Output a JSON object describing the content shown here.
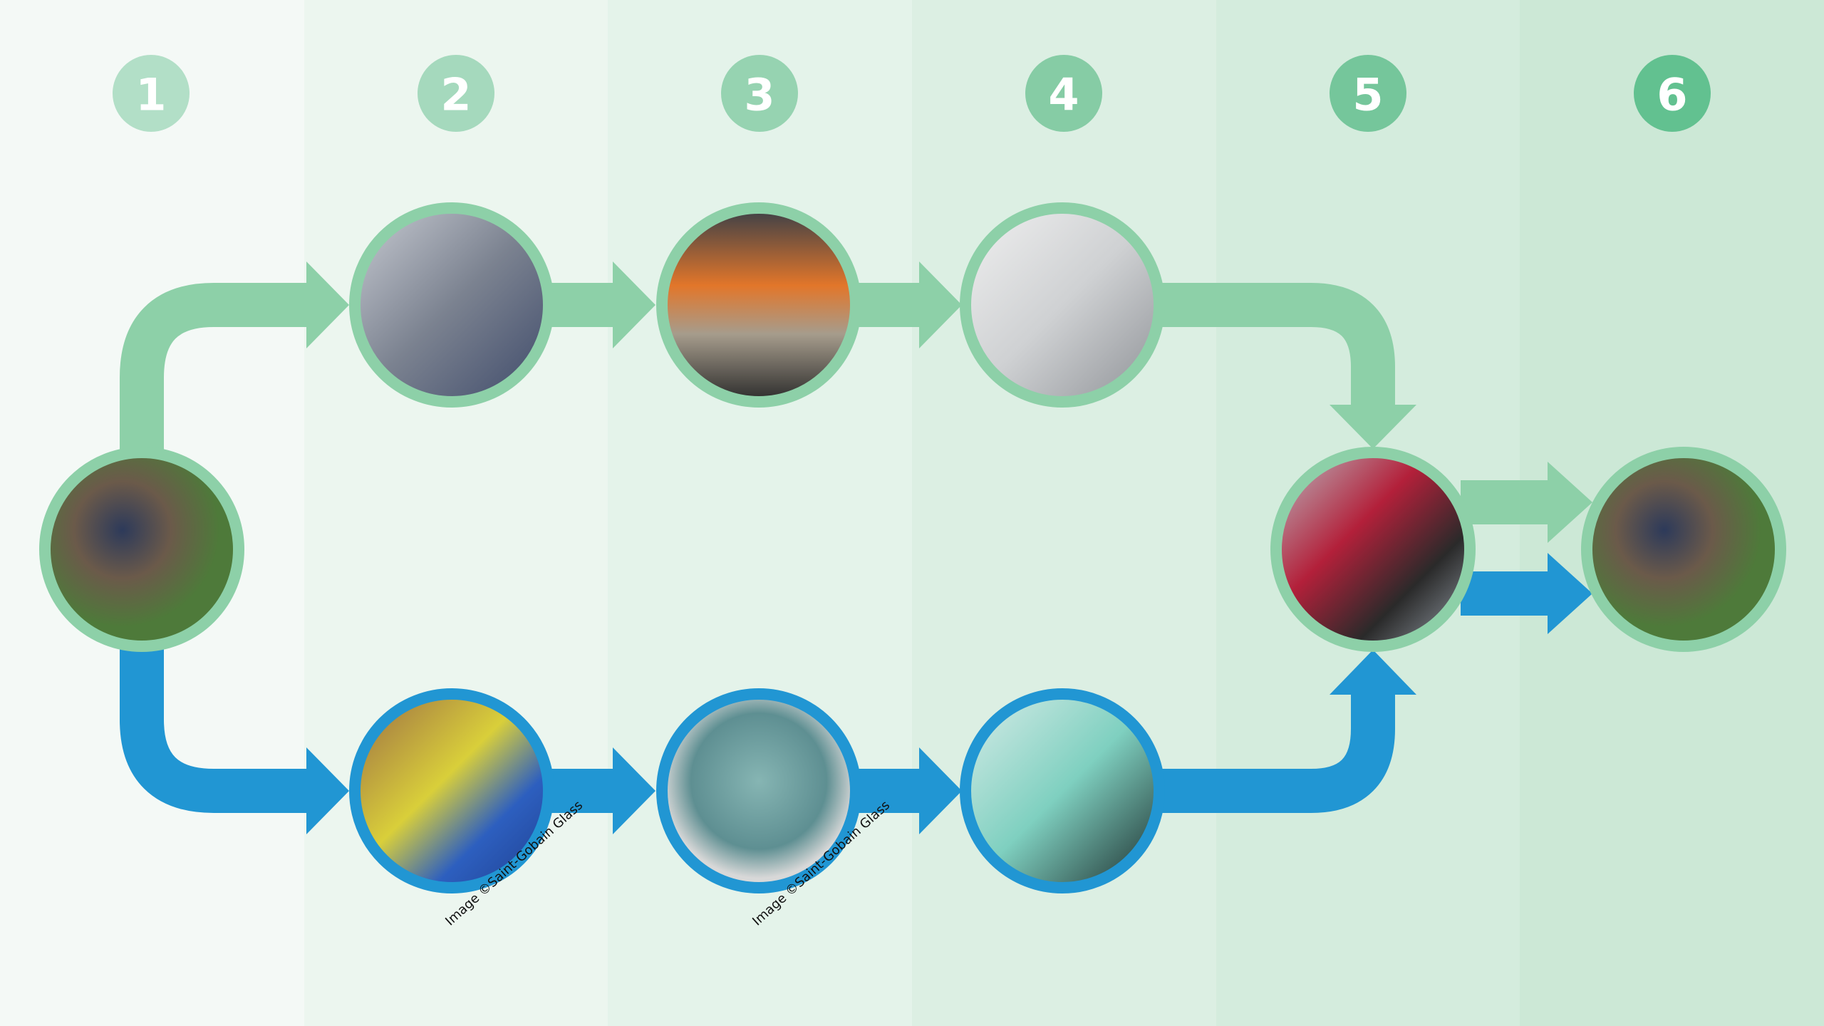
{
  "steps": [
    "1",
    "2",
    "3",
    "4",
    "5",
    "6"
  ],
  "colors": {
    "bands": [
      "#f4f9f6",
      "#ecf6ef",
      "#e4f3ea",
      "#dcefe3",
      "#d4ecdd",
      "#cce8d6"
    ],
    "step_circles": [
      "#b2dfc7",
      "#a5d9bd",
      "#96d3b1",
      "#86cca5",
      "#75c69b",
      "#62c190"
    ],
    "green_path": "#8dd0a8",
    "blue_path": "#2196d3"
  },
  "captions": {
    "glass_collection": "Image ©Saint-Gobain Glass",
    "glass_cullet": "Image ©Saint-Gobain Glass"
  }
}
